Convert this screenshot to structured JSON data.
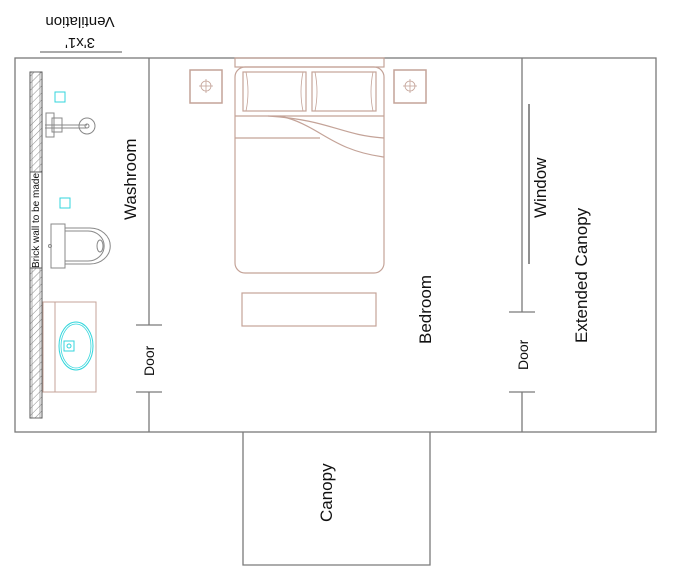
{
  "plan": {
    "ventilation": {
      "title": "Ventilation",
      "size": "3'x1'"
    },
    "rooms": {
      "washroom": "Washroom",
      "bedroom": "Bedroom",
      "extended_canopy": "Extended Canopy",
      "canopy": "Canopy"
    },
    "openings": {
      "washroom_door": "Door",
      "canopy_door": "Door",
      "window": "Window"
    },
    "notes": {
      "brick_wall": "Brick wall to be made"
    },
    "colors": {
      "wall": "#7a7a7a",
      "furniture": "#c4a398",
      "fixtures": "#33d6dc",
      "text": "#111111"
    }
  }
}
